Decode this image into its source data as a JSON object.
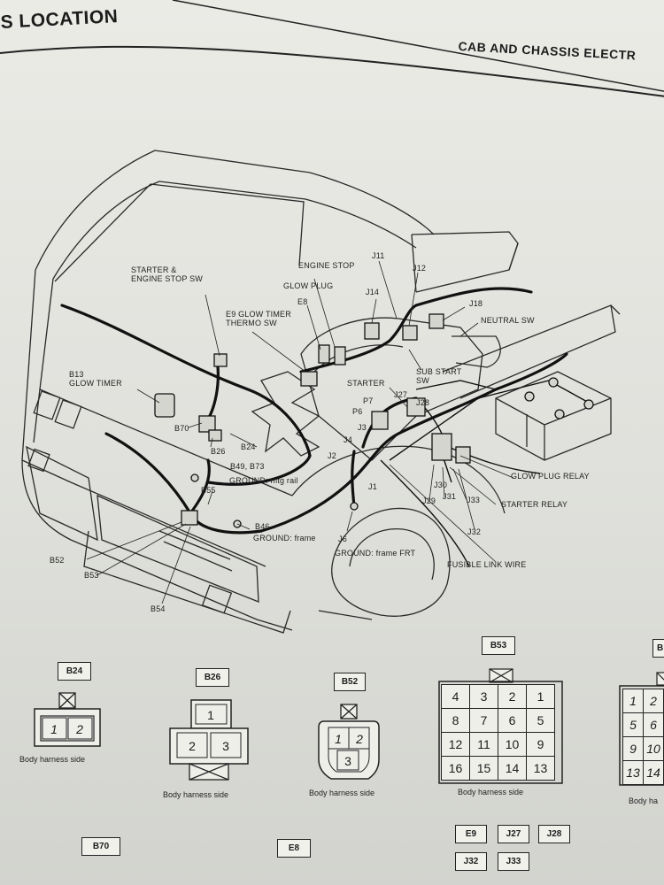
{
  "header": {
    "left_title": "S LOCATION",
    "right_title": "CAB AND CHASSIS ELECTR"
  },
  "callouts": {
    "starter_engine_stop_sw": "STARTER &\nENGINE STOP SW",
    "engine_stop": "ENGINE STOP",
    "glow_plug": "GLOW PLUG",
    "j11": "J11",
    "j12": "J12",
    "e8": "E8",
    "j14": "J14",
    "j18": "J18",
    "e9_glow_timer_thermo_sw": "E9 GLOW TIMER\nTHERMO SW",
    "neutral_sw": "NEUTRAL SW",
    "b13_glow_timer": "B13\nGLOW TIMER",
    "sub_start_sw": "SUB START\nSW",
    "starter": "STARTER",
    "j27": "J27",
    "p7": "P7",
    "p6": "P6",
    "j28": "J28",
    "b70": "B70",
    "j3": "J3",
    "b26": "B26",
    "b24": "B24",
    "j4": "J4",
    "j2": "J2",
    "b49_b73": "B49, B73",
    "ground_mtg_rail": "GROUND: mtg rail",
    "glow_plug_relay": "GLOW PLUG RELAY",
    "b55": "B55",
    "j30": "J30",
    "j1": "J1",
    "j31": "J31",
    "j29": "J29",
    "j33": "J33",
    "starter_relay": "STARTER RELAY",
    "b46": "B46",
    "ground_frame": "GROUND: frame",
    "j32": "J32",
    "j6": "J6",
    "ground_frame_frt": "GROUND: frame FRT",
    "b52": "B52",
    "fusible_link_wire": "FUSIBLE LINK WIRE",
    "b53": "B53",
    "b54": "B54"
  },
  "connectors": {
    "b24": {
      "tag": "B24",
      "pins": [
        "1",
        "2"
      ],
      "side": "Body harness side"
    },
    "b26": {
      "tag": "B26",
      "pins": [
        "1",
        "2",
        "3"
      ],
      "side": "Body harness side"
    },
    "b52": {
      "tag": "B52",
      "pins": [
        "1",
        "2",
        "3"
      ],
      "side": "Body harness side"
    },
    "b53": {
      "tag": "B53",
      "rows": [
        [
          "4",
          "3",
          "2",
          "1"
        ],
        [
          "8",
          "7",
          "6",
          "5"
        ],
        [
          "12",
          "11",
          "10",
          "9"
        ],
        [
          "16",
          "15",
          "14",
          "13"
        ]
      ],
      "side": "Body harness side"
    },
    "partial_right": {
      "tag": "B",
      "rows": [
        [
          "1",
          "2"
        ],
        [
          "5",
          "6"
        ],
        [
          "9",
          "10"
        ],
        [
          "13",
          "14"
        ]
      ],
      "side": "Body ha"
    }
  },
  "bottom_tags": [
    "B70",
    "E8",
    "E9",
    "J27",
    "J28",
    "J32",
    "J33"
  ]
}
